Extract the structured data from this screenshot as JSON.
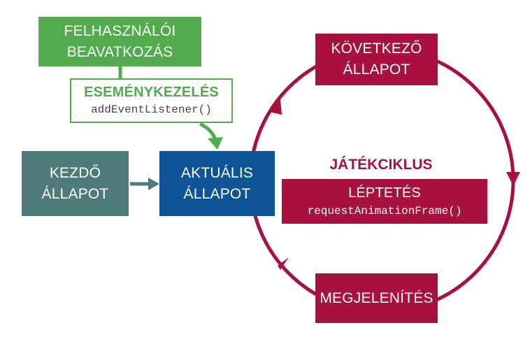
{
  "nodes": {
    "user": {
      "line1": "FELHASZNÁLÓI",
      "line2": "BEAVATKOZÁS"
    },
    "event_handling": {
      "title": "ESEMÉNYKEZELÉS",
      "code": "addEventListener()"
    },
    "start": {
      "line1": "KEZDŐ",
      "line2": "ÁLLAPOT"
    },
    "current": {
      "line1": "AKTUÁLIS",
      "line2": "ÁLLAPOT"
    },
    "next": {
      "line1": "KÖVETKEZŐ",
      "line2": "ÁLLAPOT"
    },
    "render": {
      "label": "MEGJELENÍTÉS"
    },
    "step": {
      "title": "LÉPTETÉS",
      "code": "requestAnimationFrame()"
    }
  },
  "loop_label": "JÁTÉKCIKLUS",
  "colors": {
    "green": "#52ab4c",
    "teal": "#4f7a7a",
    "blue": "#0e5396",
    "crimson": "#a8103e"
  }
}
